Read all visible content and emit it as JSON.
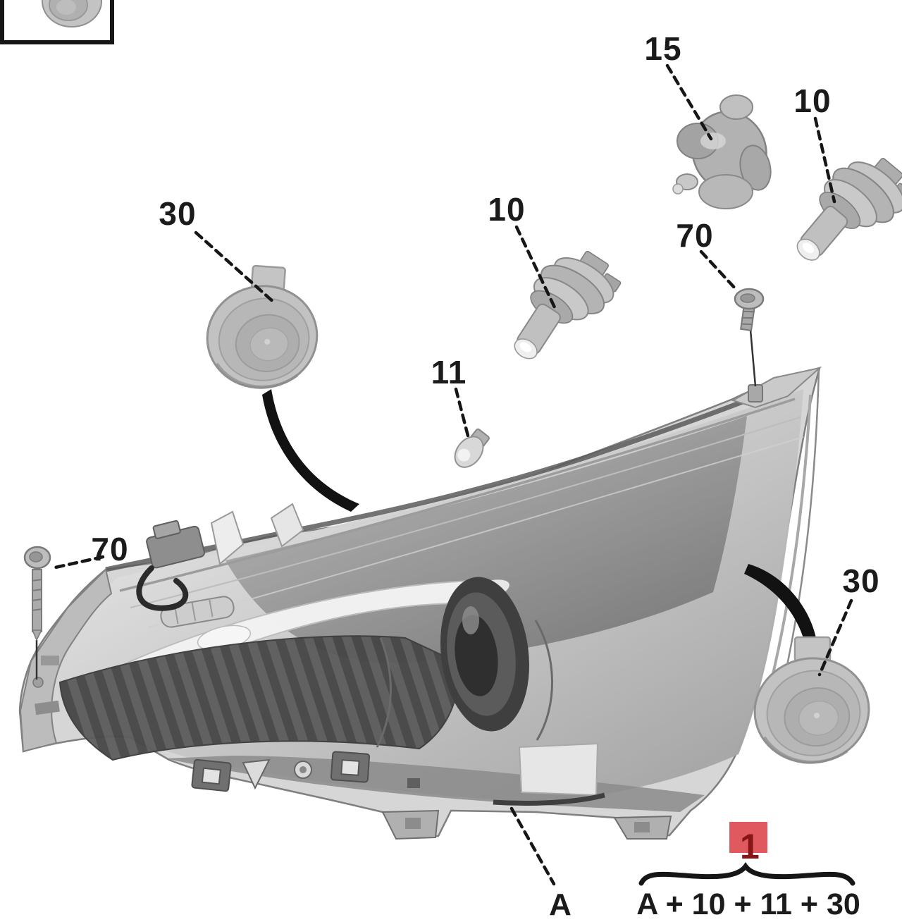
{
  "diagram": {
    "type": "exploded-parts-diagram",
    "subject": "headlight-assembly"
  },
  "callouts": [
    {
      "id": "cap-left",
      "part": "access-cover-cap",
      "label": "30"
    },
    {
      "id": "bulb-low-beam",
      "part": "halogen-bulb",
      "label": "10"
    },
    {
      "id": "leveling-motor",
      "part": "headlight-adjust-motor",
      "label": "15"
    },
    {
      "id": "bulb-high-beam",
      "part": "halogen-bulb",
      "label": "10"
    },
    {
      "id": "screw-right",
      "part": "mounting-screw",
      "label": "70"
    },
    {
      "id": "bulb-indicator",
      "part": "wedge-bulb",
      "label": "11"
    },
    {
      "id": "screw-left",
      "part": "mounting-screw",
      "label": "70"
    },
    {
      "id": "cap-right",
      "part": "access-cover-cap",
      "label": "30"
    },
    {
      "id": "assembly",
      "part": "headlight-assembly",
      "label": "A"
    }
  ],
  "assembly_group": {
    "ref_marker": "1",
    "formula": "A + 10 + 11 + 30"
  },
  "colors": {
    "marker_red": "#e0595f",
    "marker_digit_red": "#871518",
    "ink": "#1b1b1b",
    "part_gray": "#bdbdbd"
  }
}
